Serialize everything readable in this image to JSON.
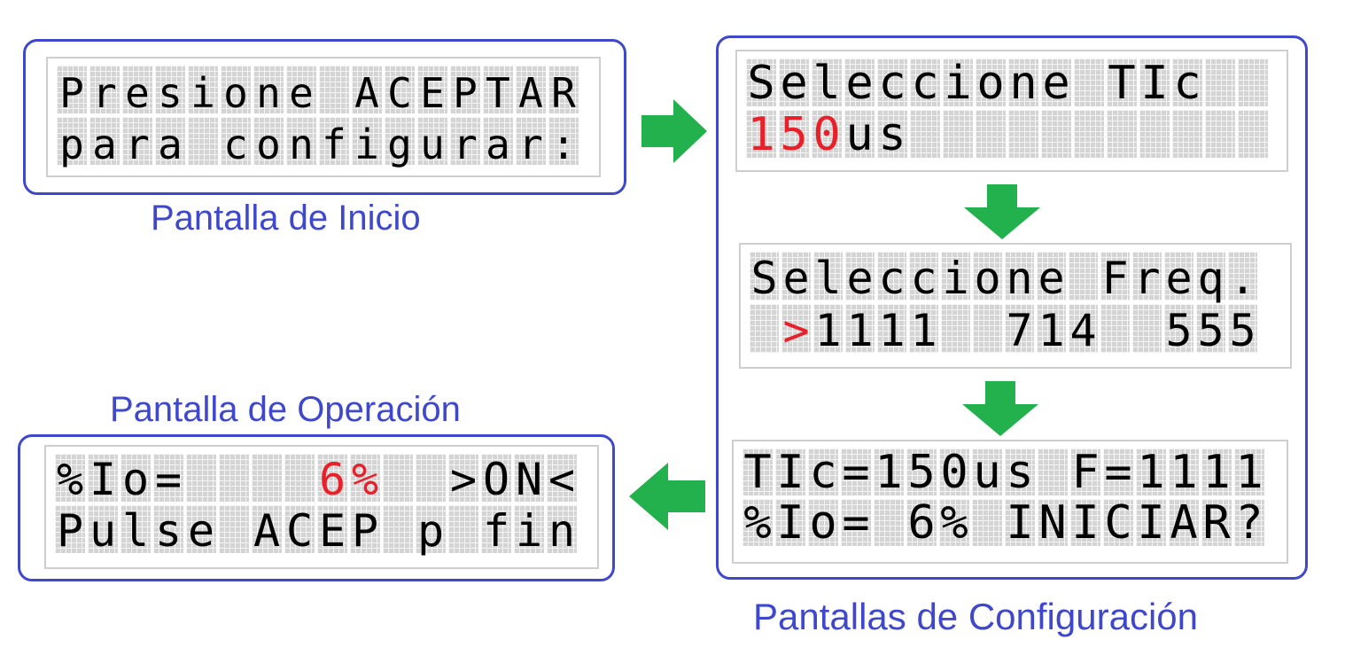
{
  "captions": {
    "inicio": "Pantalla de Inicio",
    "operacion": "Pantalla de Operación",
    "configuracion": "Pantallas de Configuración"
  },
  "screens": {
    "inicio": [
      "Presione ACEPTAR",
      "para configurar:"
    ],
    "tic": [
      "Seleccione TIc",
      "150us"
    ],
    "freq": [
      "Seleccione Freq.",
      " >1111  714  555"
    ],
    "resumen": [
      "TIc=150us F=1111",
      "%Io= 6% INICIAR?"
    ],
    "operacion": [
      "%Io=    6%  >ON<",
      "Pulse ACEP p fin"
    ]
  },
  "highlights": {
    "tic": [
      [
        1,
        0
      ],
      [
        1,
        1
      ],
      [
        1,
        2
      ]
    ],
    "freq": [
      [
        1,
        1
      ]
    ],
    "operacion": [
      [
        0,
        8
      ],
      [
        0,
        9
      ]
    ]
  },
  "colors": {
    "frame": "#3f48cc",
    "caption": "#3f48cc",
    "arrow": "#22b14c",
    "highlight": "#e8202a"
  },
  "icons": [
    "arrow-right-icon",
    "arrow-down-icon",
    "arrow-down-icon",
    "arrow-left-icon"
  ]
}
